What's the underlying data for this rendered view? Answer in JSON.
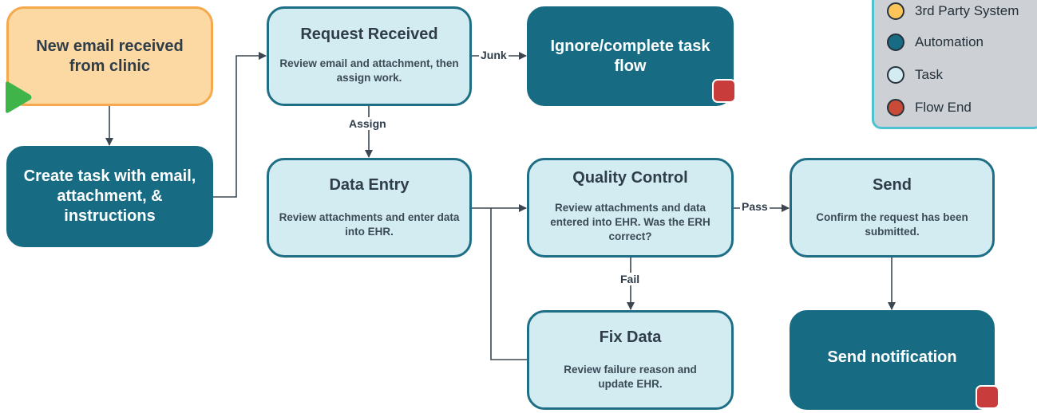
{
  "legend": {
    "items": [
      {
        "label": "3rd Party System",
        "color": "#fcc55a"
      },
      {
        "label": "Automation",
        "color": "#176c84"
      },
      {
        "label": "Task",
        "color": "#d3ecf1"
      },
      {
        "label": "Flow End",
        "color": "#c94a36"
      }
    ]
  },
  "nodes": {
    "new_email": {
      "title": "New email received from clinic"
    },
    "create_task": {
      "title": "Create task with email, attachment, & instructions"
    },
    "request_received": {
      "title": "Request Received",
      "desc": "Review email and attachment, then assign work."
    },
    "ignore": {
      "title": "Ignore/complete task flow"
    },
    "data_entry": {
      "title": "Data Entry",
      "desc": "Review attachments and enter data into EHR."
    },
    "quality_control": {
      "title": "Quality Control",
      "desc": "Review attachments and data entered into EHR. Was the ERH correct?"
    },
    "send": {
      "title": "Send",
      "desc": "Confirm the request has been submitted."
    },
    "fix_data": {
      "title": "Fix Data",
      "desc": "Review failure reason and update EHR."
    },
    "send_notification": {
      "title": "Send notification"
    }
  },
  "edge_labels": {
    "junk": "Junk",
    "assign": "Assign",
    "pass": "Pass",
    "fail": "Fail"
  },
  "colors": {
    "automation": "#176c84",
    "task_fill": "#d3ecf1",
    "third_party_fill": "#fcd9a2",
    "third_party_border": "#f5a84c",
    "flow_end": "#c93c3c",
    "start": "#3fb549",
    "legend_border": "#4fc2d1"
  }
}
